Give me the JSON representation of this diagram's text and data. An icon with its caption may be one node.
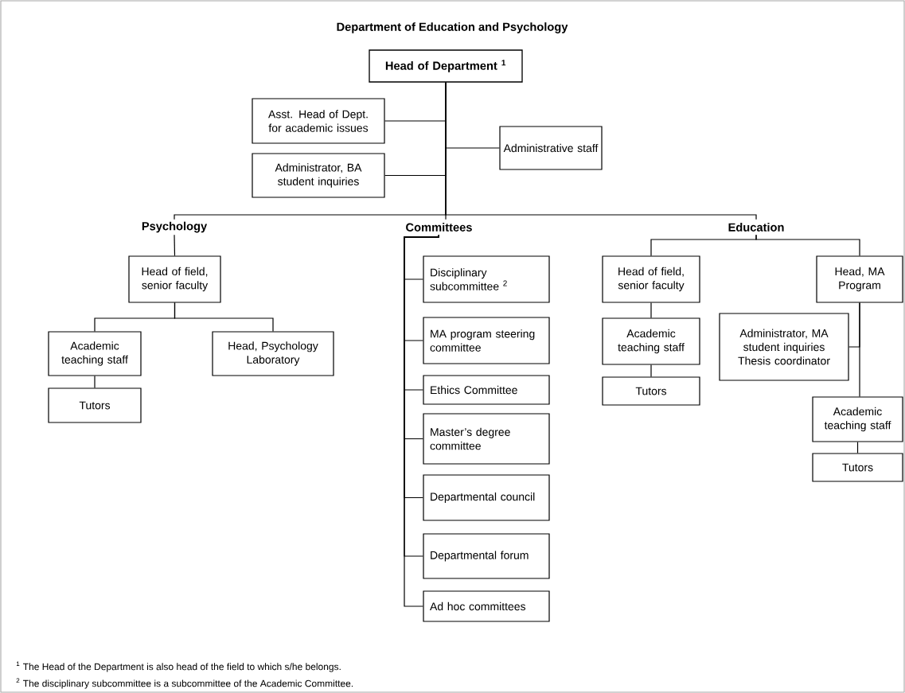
{
  "diagram": {
    "title": "Department of Education and Psychology",
    "nodes": [
      {
        "text": [
          "Head of Department $^{1}$"
        ]
      },
      {
        "text": [
          "Asst. Head of Dept. for academic issues"
        ]
      },
      {
        "text": [
          "Administrative staff"
        ]
      },
      {
        "text": [
          "Administrator, BA student inquiries"
        ]
      },
      {
        "text": [
          "Psychology"
        ]
      },
      {
        "text": [
          "Committees"
        ]
      },
      {
        "text": [
          "Education"
        ]
      },
      {
        "text": [
          "Head of field, senior faculty"
        ]
      },
      {
        "text": [
          "Academic teaching staff"
        ]
      },
      {
        "text": [
          "Head, Psychology Laboratory"
        ]
      },
      {
        "text": [
          "Tutors"
        ]
      },
      {
        "text": [
          "Disciplinary subcommittee $^{2}$"
        ]
      },
      {
        "text": [
          "MA program steering committee"
        ]
      },
      {
        "text": [
          "Ethics Committee"
        ]
      },
      {
        "text": [
          "Master’s degree committee"
        ]
      },
      {
        "text": [
          "Departmental council"
        ]
      },
      {
        "text": [
          "Departmental forum"
        ]
      },
      {
        "text": [
          "Ad hoc committees"
        ]
      },
      {
        "text": [
          "Head of field, senior faculty"
        ]
      },
      {
        "text": [
          "Academic teaching staff"
        ]
      },
      {
        "text": [
          "Tutors"
        ]
      },
      {
        "text": [
          "Head, MA Program"
        ]
      },
      {
        "text": [
          "Administrator, MA student inquiries Thesis coordinator"
        ]
      },
      {
        "text": [
          "Academic teaching staff"
        ]
      },
      {
        "text": [
          "Tutors"
        ]
      }
    ],
    "edges": [
      {
        "from": 0,
        "to": 1,
        "arrow": "none"
      },
      {
        "from": 0,
        "to": 2,
        "arrow": "none"
      },
      {
        "from": 0,
        "to": 3,
        "arrow": "none"
      },
      {
        "from": 0,
        "to": 4,
        "arrow": "none"
      },
      {
        "from": 0,
        "to": 5,
        "arrow": "none"
      },
      {
        "from": 0,
        "to": 6,
        "arrow": "none"
      },
      {
        "from": 4,
        "to": 7,
        "arrow": "none"
      },
      {
        "from": 5,
        "to": 11,
        "arrow": "none"
      },
      {
        "from": 5,
        "to": 12,
        "arrow": "none"
      },
      {
        "from": 5,
        "to": 13,
        "arrow": "none"
      },
      {
        "from": 5,
        "to": 14,
        "arrow": "none"
      },
      {
        "from": 5,
        "to": 15,
        "arrow": "none"
      },
      {
        "from": 5,
        "to": 16,
        "arrow": "none"
      },
      {
        "from": 5,
        "to": 17,
        "arrow": "none"
      },
      {
        "from": 6,
        "to": 18,
        "arrow": "none"
      },
      {
        "from": 6,
        "to": 21,
        "arrow": "none"
      },
      {
        "from": 7,
        "to": 8,
        "arrow": "none"
      },
      {
        "from": 7,
        "to": 9,
        "arrow": "none"
      },
      {
        "from": 8,
        "to": 10,
        "arrow": "none"
      },
      {
        "from": 18,
        "to": 19,
        "arrow": "none"
      },
      {
        "from": 19,
        "to": 20,
        "arrow": "none"
      },
      {
        "from": 21,
        "to": 22,
        "arrow": "none"
      },
      {
        "from": 21,
        "to": 23,
        "arrow": "none"
      },
      {
        "from": 23,
        "to": 24,
        "arrow": "none"
      }
    ],
    "labels": [
      "$^{1}$ The Head of the Department is also head of the field to which s/he belongs.",
      "$^{2}$ The disciplinary subcommittee is a subcommittee of the Academic Committee."
    ]
  }
}
